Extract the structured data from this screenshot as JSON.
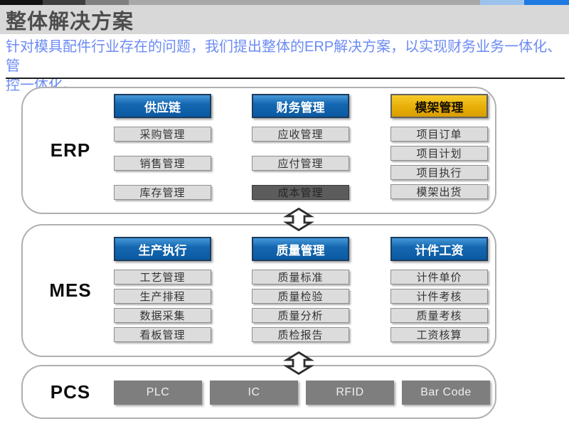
{
  "slide": {
    "title": "整体解决方案",
    "subtitle_line1": "针对模具配件行业存在的问题，我们提出整体的ERP解决方案，以实现财务业务一体化、管",
    "subtitle_line2": "控一体化。"
  },
  "colors": {
    "header_blue_top": "#4598d8",
    "header_blue_bottom": "#0b5aa2",
    "header_gold_top": "#f6cb2a",
    "header_gold_bottom": "#d89e00",
    "subtitle_blue": "#6c8bf4",
    "title_gray_band": "#d8d8d8",
    "module_gray": "#dcdcdc",
    "module_dark_gray": "#5c5c5c",
    "pcs_button_gray": "#7e7e7e"
  },
  "icons": {
    "connector": "up-down-double-arrow"
  },
  "sections": {
    "erp": {
      "label": "ERP",
      "columns": [
        {
          "header": "供应链",
          "items": [
            "采购管理",
            "销售管理",
            "库存管理"
          ]
        },
        {
          "header": "财务管理",
          "items": [
            "应收管理",
            "应付管理",
            "成本管理"
          ]
        },
        {
          "header": "模架管理",
          "items": [
            "项目订单",
            "项目计划",
            "项目执行",
            "模架出货"
          ]
        }
      ]
    },
    "mes": {
      "label": "MES",
      "columns": [
        {
          "header": "生产执行",
          "items": [
            "工艺管理",
            "生产排程",
            "数据采集",
            "看板管理"
          ]
        },
        {
          "header": "质量管理",
          "items": [
            "质量标准",
            "质量检验",
            "质量分析",
            "质检报告"
          ]
        },
        {
          "header": "计件工资",
          "items": [
            "计件单价",
            "计件考核",
            "质量考核",
            "工资核算"
          ]
        }
      ]
    },
    "pcs": {
      "label": "PCS",
      "items": [
        "PLC",
        "IC",
        "RFID",
        "Bar Code"
      ]
    }
  }
}
